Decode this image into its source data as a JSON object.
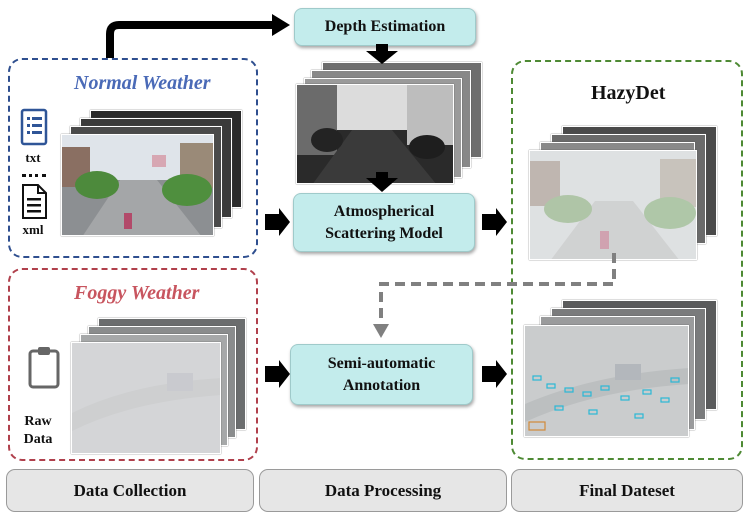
{
  "normal_weather": {
    "title": "Normal Weather",
    "label_txt": "txt",
    "label_xml": "xml"
  },
  "foggy_weather": {
    "title": "Foggy Weather",
    "label_raw_1": "Raw",
    "label_raw_2": "Data"
  },
  "processing": {
    "depth_estimation": "Depth Estimation",
    "atmospheric_1": "Atmospherical",
    "atmospheric_2": "Scattering Model",
    "semi_auto_1": "Semi-automatic",
    "semi_auto_2": "Annotation"
  },
  "final": {
    "title": "HazyDet"
  },
  "footer": {
    "data_collection": "Data Collection",
    "data_processing": "Data Processing",
    "final_dataset": "Final Dateset"
  },
  "colors": {
    "normal_border": "#2f4f8f",
    "normal_title": "#4a6ab7",
    "foggy_border": "#b0404c",
    "foggy_title": "#c8555f",
    "final_border": "#4e8a34",
    "process_fill": "#c3ecec",
    "footer_fill": "#e6e6e6"
  },
  "icons": [
    "txt-file-icon",
    "xml-file-icon",
    "clipboard-icon"
  ]
}
